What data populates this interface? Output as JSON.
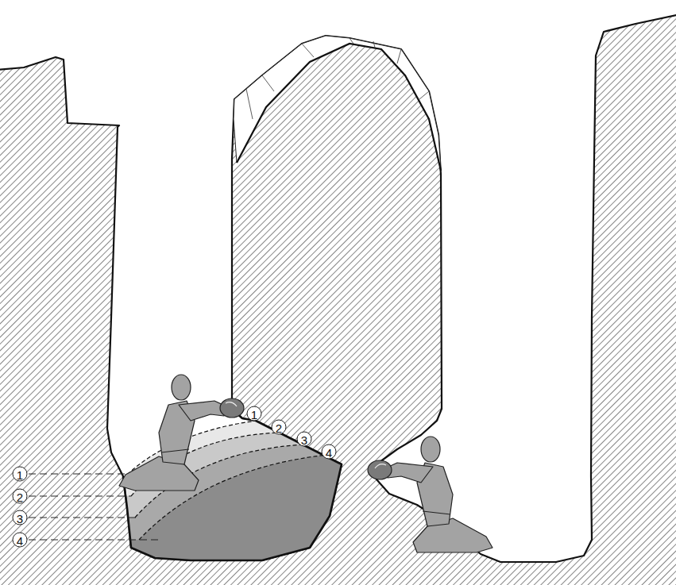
{
  "diagram": {
    "labels": [
      "1",
      "2",
      "3",
      "4",
      "1",
      "2",
      "3",
      "4"
    ]
  }
}
